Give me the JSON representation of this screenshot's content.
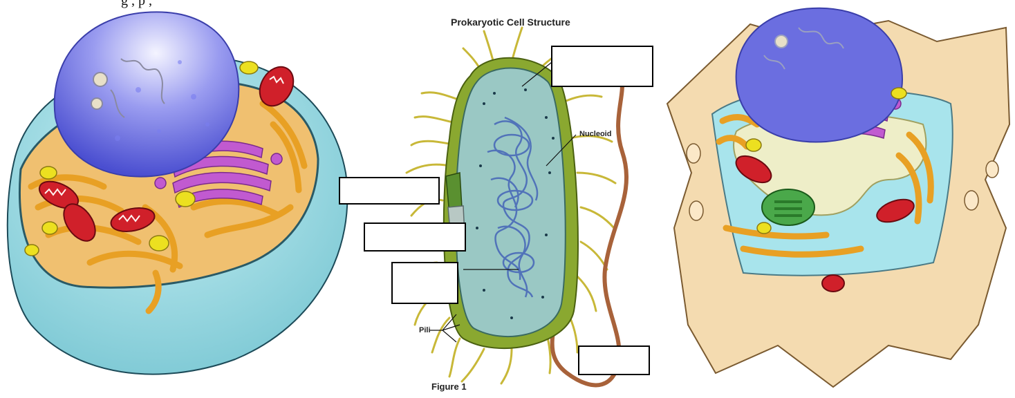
{
  "page": {
    "top_text": "g                                    , p      ,"
  },
  "prokaryote": {
    "title": "Prokaryotic Cell Structure",
    "label_nucleoid": "Nucleoid",
    "label_pili": "Pili",
    "figure_caption": "Figure 1"
  },
  "blank_label_boxes": [
    "",
    "",
    "",
    "",
    ""
  ],
  "colors": {
    "cytoplasm_blue": "#a8e4ec",
    "nucleus_purple": "#6b6ee0",
    "er_orange": "#f0a830",
    "mitochondria_red": "#d0202a",
    "golgi_magenta": "#c15ad0",
    "bacteria_teal": "#9ac8c4",
    "bacteria_wall_green": "#8aa830",
    "pili_yellow": "#c8b838",
    "flagellum_brown": "#a8623a",
    "cell_wall_tan": "#f4dbb0",
    "chloroplast_green": "#4aa84a"
  }
}
